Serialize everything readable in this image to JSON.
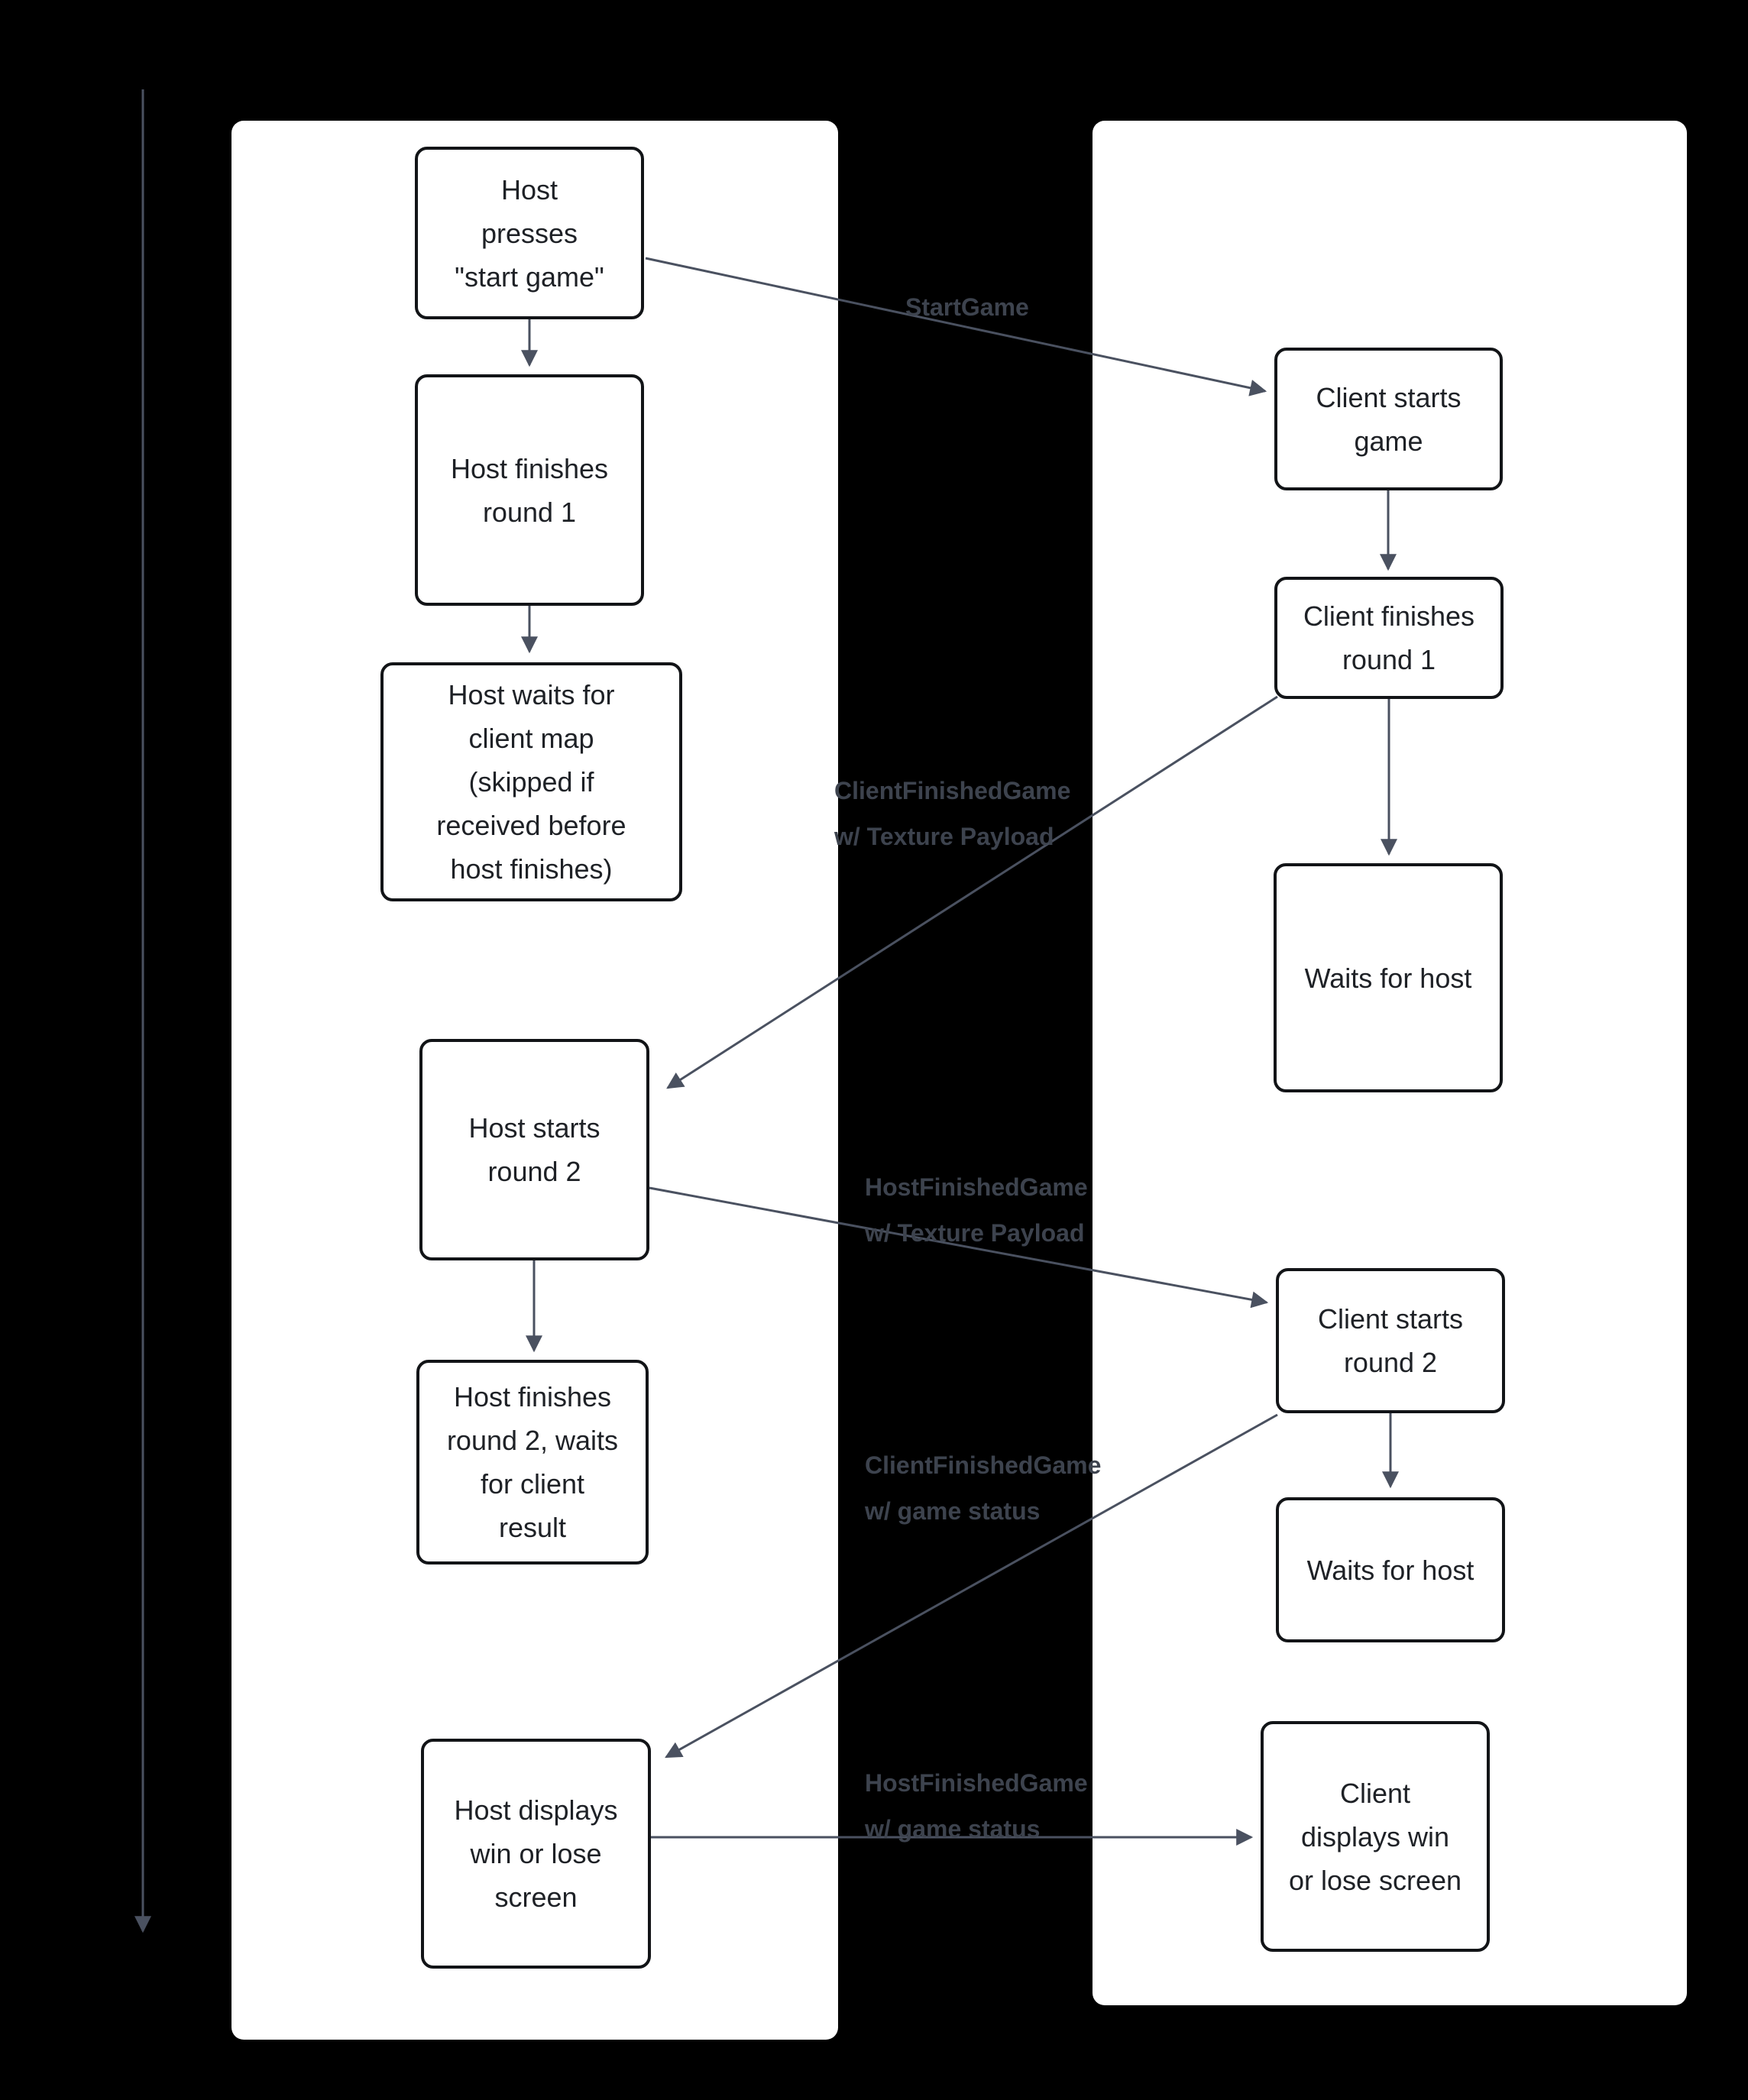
{
  "diagram": {
    "type": "sequence-flowchart",
    "background_color": "#000000",
    "panel_color": "#ffffff",
    "node_border_color": "#121417",
    "node_text_color": "#1e2126",
    "arrow_color": "#4a5160",
    "message_label_color": "#3d434e",
    "timeline": {
      "description": "time-axis-arrow-down-left-edge"
    },
    "lanes": {
      "host": {
        "boxes": [
          {
            "id": "host-press-start",
            "label": "Host\npresses\n\"start game\""
          },
          {
            "id": "host-finishes-round-1",
            "label": "Host finishes\nround 1"
          },
          {
            "id": "host-waits-client-map",
            "label": "Host waits for\nclient map\n(skipped if\nreceived before\nhost finishes)"
          },
          {
            "id": "host-starts-round-2",
            "label": "Host starts\nround 2"
          },
          {
            "id": "host-finishes-round-2",
            "label": "Host finishes\nround 2, waits\nfor client\nresult"
          },
          {
            "id": "host-win-lose",
            "label": "Host displays\nwin or lose\nscreen"
          }
        ]
      },
      "client": {
        "boxes": [
          {
            "id": "client-starts-game",
            "label": "Client starts\ngame"
          },
          {
            "id": "client-finishes-round-1",
            "label": "Client finishes\nround 1"
          },
          {
            "id": "client-waits-1",
            "label": "Waits for host"
          },
          {
            "id": "client-starts-round-2",
            "label": "Client starts\nround 2"
          },
          {
            "id": "client-waits-2",
            "label": "Waits for host"
          },
          {
            "id": "client-win-lose",
            "label": "Client\ndisplays win\nor lose screen"
          }
        ]
      }
    },
    "messages": [
      {
        "id": "start-game",
        "label": "StartGame"
      },
      {
        "id": "client-finished-game-texture",
        "label": "ClientFinishedGame\nw/ Texture Payload"
      },
      {
        "id": "host-finished-game-texture",
        "label": "HostFinishedGame\nw/ Texture Payload"
      },
      {
        "id": "client-finished-game-status",
        "label": "ClientFinishedGame\nw/ game status"
      },
      {
        "id": "host-finished-game-status",
        "label": "HostFinishedGame\nw/ game status"
      }
    ]
  }
}
